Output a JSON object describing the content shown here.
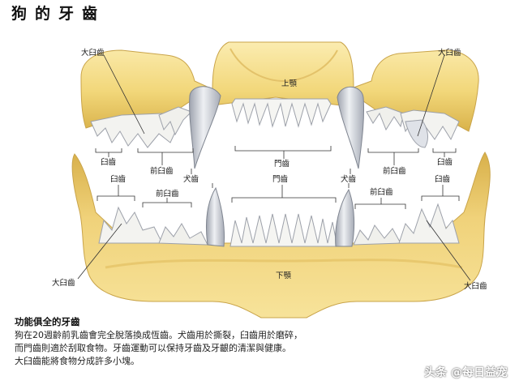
{
  "title": "狗的牙齒",
  "labels": {
    "upper_jaw": "上顎",
    "lower_jaw": "下顎",
    "molar": "大臼齒",
    "molar_upper_left": "大臼齒",
    "molar_upper_right": "大臼齒",
    "molar_lower_left": "大臼齒",
    "molar_lower_right": "大臼齒",
    "molar_short_upper_left": "臼齒",
    "molar_short_upper_right": "臼齒",
    "molar_short_lower_left": "臼齒",
    "molar_short_lower_right": "臼齒",
    "premolar_upper_left": "前臼齒",
    "premolar_upper_right": "前臼齒",
    "premolar_lower_left": "前臼齒",
    "premolar_lower_right": "前臼齒",
    "canine_left": "犬齒",
    "canine_right": "犬齒",
    "incisor_upper": "門齒",
    "incisor_lower": "門齒"
  },
  "caption": {
    "heading": "功能俱全的牙齒",
    "lines": [
      "狗在20週齡前乳齒會完全脫落換成恆齒。犬齒用於撕裂，臼齒用於磨碎，",
      "而門齒則適於刮取食物。牙齒運動可以保持牙齒及牙齦的清潔與健康。",
      "大臼齒能將食物分成許多小塊。"
    ]
  },
  "watermark": "头条 @每日益宠",
  "colors": {
    "bone": "#f2d77a",
    "bone_light": "#fbecb0",
    "bone_dark": "#d9b24a",
    "tooth": "#f3f3f0",
    "tooth_shadow": "#b9bcc4",
    "canine": "#dfe2e8",
    "line": "#333333"
  }
}
